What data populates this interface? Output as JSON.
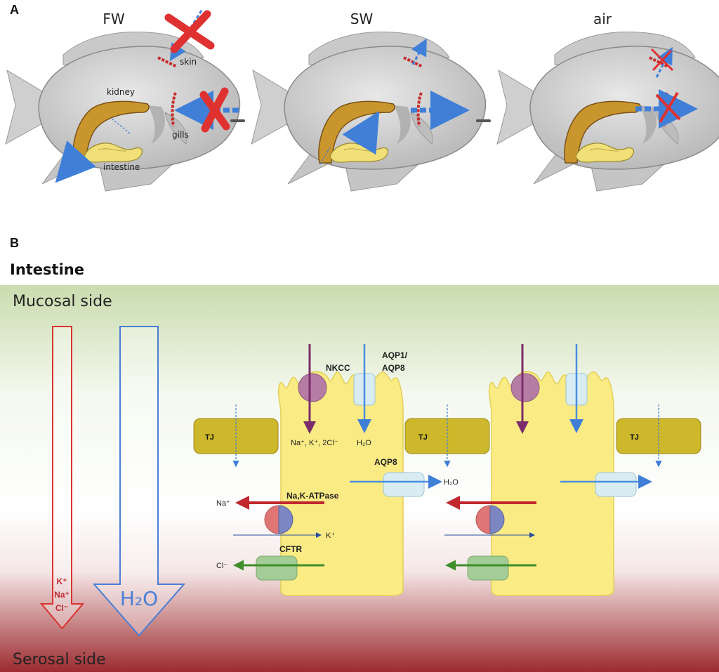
{
  "panel_a": {
    "label": "A",
    "conditions": [
      "FW",
      "SW",
      "air"
    ],
    "organs": {
      "kidney": "kidney",
      "skin": "skin",
      "gills": "gills",
      "intestine": "intestine"
    }
  },
  "panel_b": {
    "label": "B",
    "title": "Intestine",
    "mucosal": "Mucosal side",
    "serosal": "Serosal side",
    "gradient_ions": [
      "K⁺",
      "Na⁺",
      "Cl⁻"
    ],
    "gradient_water": "H₂O",
    "tj": "TJ",
    "nkcc": "NKCC",
    "aqp18_line1": "AQP1/",
    "aqp18_line2": "AQP8",
    "aqp8": "AQP8",
    "nka": "Na,K-ATPase",
    "cftr": "CFTR",
    "nkcc_ions": "Na⁺, K⁺, 2Cl⁻",
    "water": "H₂O",
    "na": "Na⁺",
    "k": "K⁺",
    "cl": "Cl⁻"
  },
  "colors": {
    "water": "#4a8de0",
    "ion_red": "#c0282d",
    "purple": "#7b2d6b",
    "green": "#3e8e2a",
    "cell": "#fbeb85",
    "tj": "#cdb72b"
  }
}
